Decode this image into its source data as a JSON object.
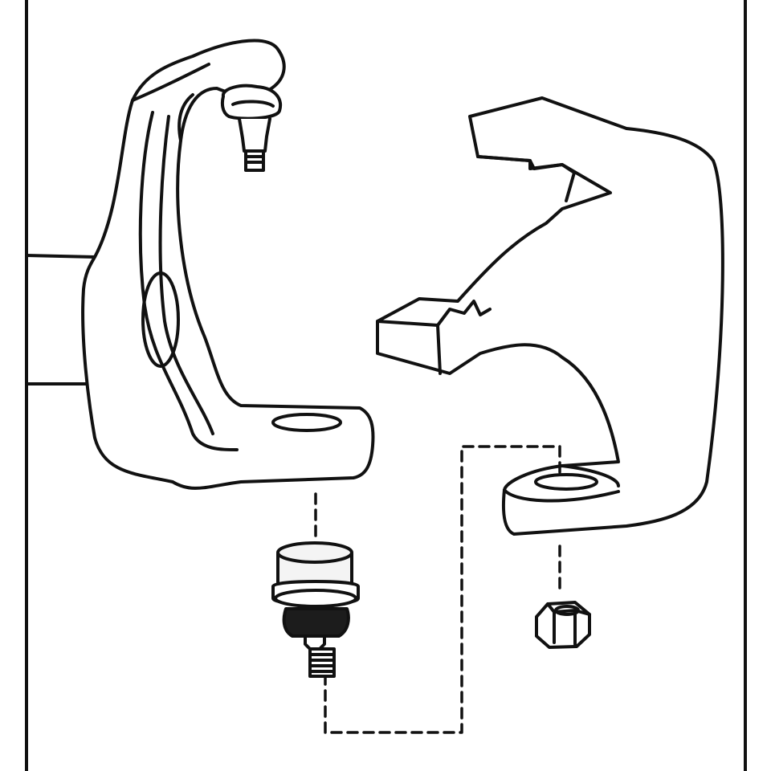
{
  "figure": {
    "kind": "exploded-assembly-line-drawing",
    "parts": [
      {
        "name": "axle-yoke",
        "icon": "axle-yoke-icon"
      },
      {
        "name": "steering-knuckle",
        "icon": "steering-knuckle-icon"
      },
      {
        "name": "upper-ball-joint",
        "icon": "ball-joint-icon"
      },
      {
        "name": "lower-ball-joint",
        "icon": "ball-joint-icon"
      },
      {
        "name": "castle-nut",
        "icon": "hex-nut-icon"
      }
    ],
    "colors": {
      "background": "#ffffff",
      "ink": "#111111",
      "boot": "#1c1c1c",
      "cap": "#f4f4f4"
    }
  }
}
